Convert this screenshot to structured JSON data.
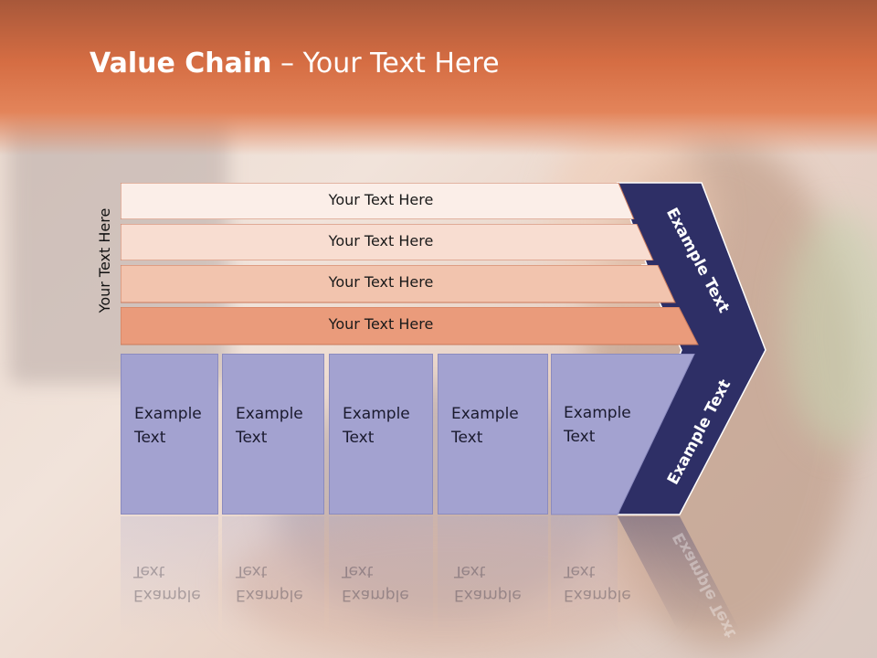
{
  "title": {
    "bold": "Value Chain",
    "rest": " – Your Text Here"
  },
  "side_label": "Your Text Here",
  "bars": [
    {
      "label": "Your Text Here",
      "color": "#fbeee8"
    },
    {
      "label": "Your Text Here",
      "color": "#f8ddd1"
    },
    {
      "label": "Your Text Here",
      "color": "#f2c4ae"
    },
    {
      "label": "Your Text Here",
      "color": "#ea9b7b"
    }
  ],
  "boxes": [
    {
      "line1": "Example",
      "line2": "Text"
    },
    {
      "line1": "Example",
      "line2": "Text"
    },
    {
      "line1": "Example",
      "line2": "Text"
    },
    {
      "line1": "Example",
      "line2": "Text"
    },
    {
      "line1": "Example",
      "line2": "Text"
    }
  ],
  "chevron": {
    "upper_text": "Example Text",
    "lower_text": "Example Text",
    "color": "#2e2f66"
  },
  "colors": {
    "box": "#a3a2d0",
    "bar_border": "#c9785a",
    "title_bar": "#d56d43"
  }
}
